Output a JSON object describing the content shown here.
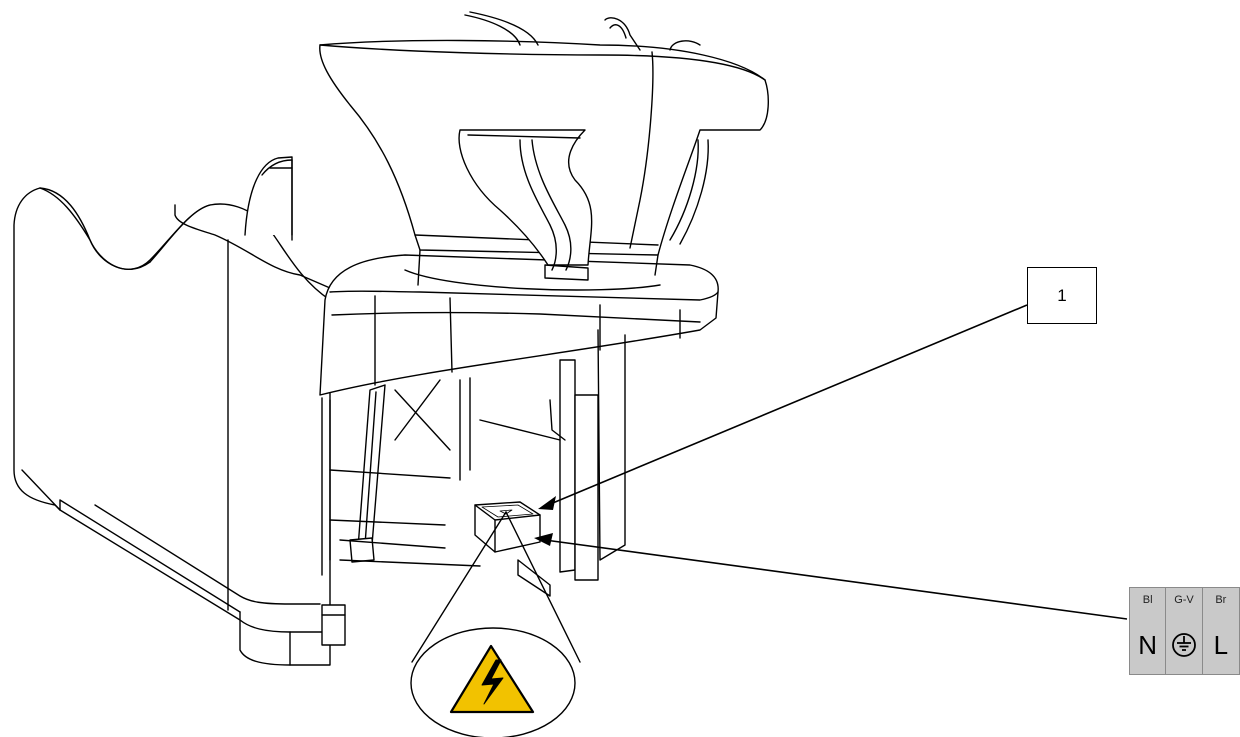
{
  "callout": {
    "number": "1"
  },
  "terminal": {
    "columns": [
      {
        "code": "Bl",
        "letter": "N"
      },
      {
        "code": "G-V",
        "letter": "",
        "icon": "earth-ground-icon"
      },
      {
        "code": "Br",
        "letter": "L"
      }
    ]
  },
  "warning": {
    "icon": "high-voltage-warning-icon",
    "color": "#f2c200"
  }
}
